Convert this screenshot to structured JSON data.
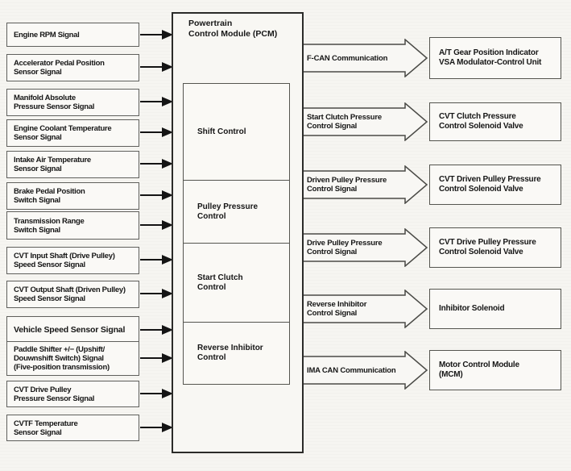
{
  "pcm": {
    "title": "Powertrain\nControl Module (PCM)",
    "functions": [
      {
        "label": "Shift Control"
      },
      {
        "label": "Pulley Pressure\nControl"
      },
      {
        "label": "Start Clutch\nControl"
      },
      {
        "label": "Reverse Inhibitor\nControl"
      }
    ]
  },
  "inputs": [
    {
      "label": "Engine RPM Signal"
    },
    {
      "label": "Accelerator Pedal Position\nSensor Signal"
    },
    {
      "label": "Manifold Absolute\nPressure Sensor Signal"
    },
    {
      "label": "Engine Coolant Temperature\nSensor Signal"
    },
    {
      "label": "Intake Air Temperature\nSensor Signal"
    },
    {
      "label": "Brake Pedal Position\nSwitch Signal"
    },
    {
      "label": "Transmission Range\nSwitch Signal"
    },
    {
      "label": "CVT Input Shaft (Drive Pulley)\nSpeed Sensor Signal"
    },
    {
      "label": "CVT Output Shaft (Driven Pulley)\nSpeed Sensor Signal"
    },
    {
      "label": "Vehicle Speed Sensor Signal"
    },
    {
      "label": "Paddle Shifter +/− (Upshift/\nDouwnshift Switch) Signal\n(Five-position transmission)"
    },
    {
      "label": "CVT Drive Pulley\nPressure Sensor Signal"
    },
    {
      "label": "CVTF Temperature\nSensor Signal"
    }
  ],
  "outputs": [
    {
      "signal": "F-CAN Communication",
      "target": "A/T Gear Position Indicator\nVSA Modulator-Control Unit"
    },
    {
      "signal": "Start Clutch Pressure\nControl Signal",
      "target": "CVT Clutch Pressure\nControl Solenoid Valve"
    },
    {
      "signal": "Driven Pulley Pressure\nControl Signal",
      "target": "CVT Driven Pulley Pressure\nControl Solenoid Valve"
    },
    {
      "signal": "Drive Pulley Pressure\nControl Signal",
      "target": "CVT Drive Pulley Pressure\nControl Solenoid Valve"
    },
    {
      "signal": "Reverse Inhibitor\nControl Signal",
      "target": "Inhibitor Solenoid"
    },
    {
      "signal": "IMA CAN Communication",
      "target": "Motor Control Module\n(MCM)"
    }
  ],
  "colors": {
    "background": "#f6f5f1",
    "line": "#55554f",
    "arrow": "#141414",
    "text": "#161616"
  }
}
